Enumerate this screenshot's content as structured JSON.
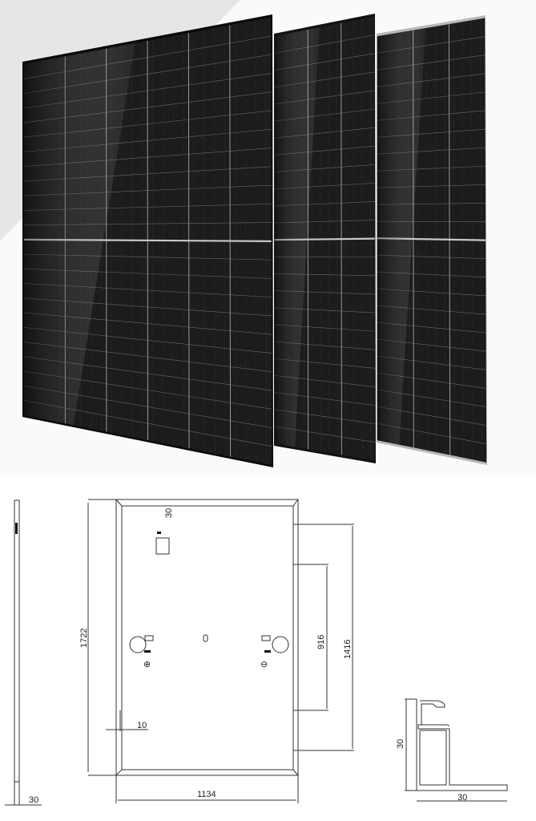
{
  "product_photo": {
    "panels": [
      {
        "name": "front-panel",
        "frame_color": "#0a0a0a"
      },
      {
        "name": "middle-panel",
        "frame_color": "#111111"
      },
      {
        "name": "back-panel",
        "frame_color": "#b8b8b8"
      }
    ]
  },
  "drawing": {
    "side_view": {
      "thickness_label": "30"
    },
    "rear_view": {
      "height_label": "1722",
      "width_label": "1134",
      "mounting_outer_label": "1416",
      "mounting_inner_label": "916",
      "frame_top_label": "30",
      "hole_offset_label": "10",
      "positive_symbol": "⊕",
      "negative_symbol": "⊖"
    },
    "profile": {
      "height_label": "30",
      "width_label": "30"
    }
  }
}
